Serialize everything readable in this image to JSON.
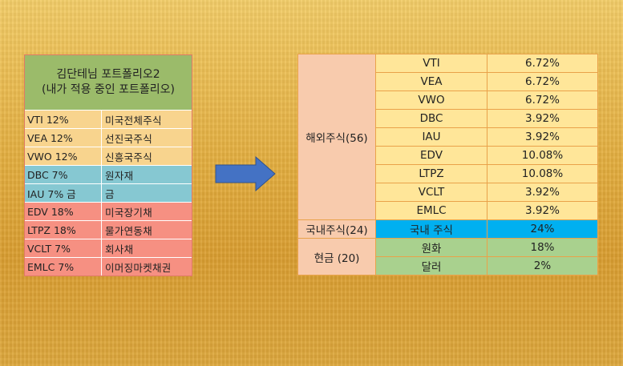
{
  "left_table": {
    "title_line1": "김단테님 포트폴리오2",
    "title_line2": "(내가 적용 중인 포트폴리오)",
    "rows": [
      {
        "ticker": "VTI 12%",
        "name": "미국전체주식",
        "group": "yellow"
      },
      {
        "ticker": "VEA 12%",
        "name": "선진국주식",
        "group": "yellow"
      },
      {
        "ticker": "VWO 12%",
        "name": "신흥국주식",
        "group": "yellow"
      },
      {
        "ticker": "DBC 7%",
        "name": "원자재",
        "group": "teal"
      },
      {
        "ticker": "IAU 7% 금",
        "name": "금",
        "group": "teal"
      },
      {
        "ticker": "EDV 18%",
        "name": "미국장기채",
        "group": "red"
      },
      {
        "ticker": "LTPZ 18%",
        "name": "물가연동채",
        "group": "red"
      },
      {
        "ticker": "VCLT 7%",
        "name": "회사채",
        "group": "red"
      },
      {
        "ticker": "EMLC 7%",
        "name": "이머징마켓채권",
        "group": "red"
      }
    ]
  },
  "right_table": {
    "categories": {
      "overseas": "해외주식(56)",
      "domestic": "국내주식(24)",
      "cash": "현금 (20)"
    },
    "rows": [
      {
        "ticker": "VTI",
        "pct": "6.72%"
      },
      {
        "ticker": "VEA",
        "pct": "6.72%"
      },
      {
        "ticker": "VWO",
        "pct": "6.72%"
      },
      {
        "ticker": "DBC",
        "pct": "3.92%"
      },
      {
        "ticker": "IAU",
        "pct": "3.92%"
      },
      {
        "ticker": "EDV",
        "pct": "10.08%"
      },
      {
        "ticker": "LTPZ",
        "pct": "10.08%"
      },
      {
        "ticker": "VCLT",
        "pct": "3.92%"
      },
      {
        "ticker": "EMLC",
        "pct": "3.92%"
      },
      {
        "ticker": "국내 주식",
        "pct": "24%"
      },
      {
        "ticker": "원화",
        "pct": "18%"
      },
      {
        "ticker": "달러",
        "pct": "2%"
      }
    ]
  },
  "colors": {
    "title_green": "#9bbb6a",
    "yellow": "#ffe699",
    "teal": "#86c8d2",
    "red": "#f69082",
    "blue": "#00b0f0",
    "green": "#a9d18e",
    "peach": "#f8cbad",
    "arrow": "#4472c4"
  },
  "icons": {
    "arrow": "right-arrow-icon"
  }
}
